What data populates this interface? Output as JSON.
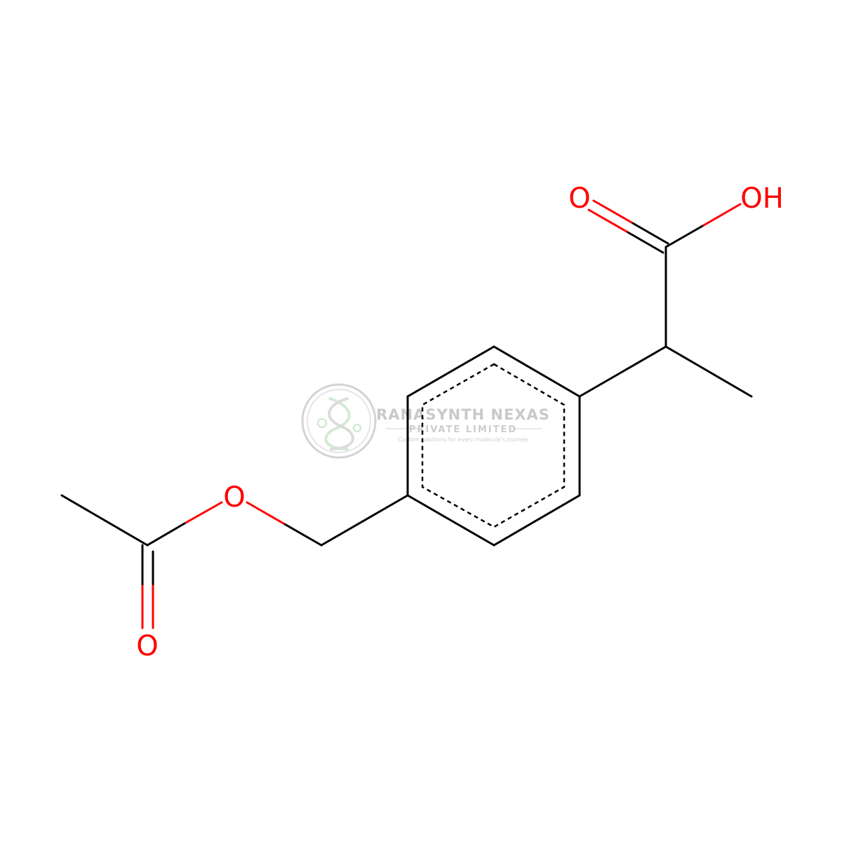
{
  "colors": {
    "bond": "#000000",
    "oxygen": "#ff0000",
    "background": "#ffffff",
    "watermark_ring": "#cfcfcf",
    "watermark_accent": "#b9dfb9",
    "watermark_text": "#c4c4c4"
  },
  "atoms": {
    "o_carbonyl_acid": "O",
    "oh_acid": "OH",
    "o_ester": "O",
    "o_carbonyl_ester": "O"
  },
  "watermark": {
    "title": "RANASYNTH NEXAS",
    "subtitle": "PRIVATE LIMITED",
    "tagline": "Custom solutions for every molecule's journey",
    "logo_icon": "dna-helix-icon"
  }
}
